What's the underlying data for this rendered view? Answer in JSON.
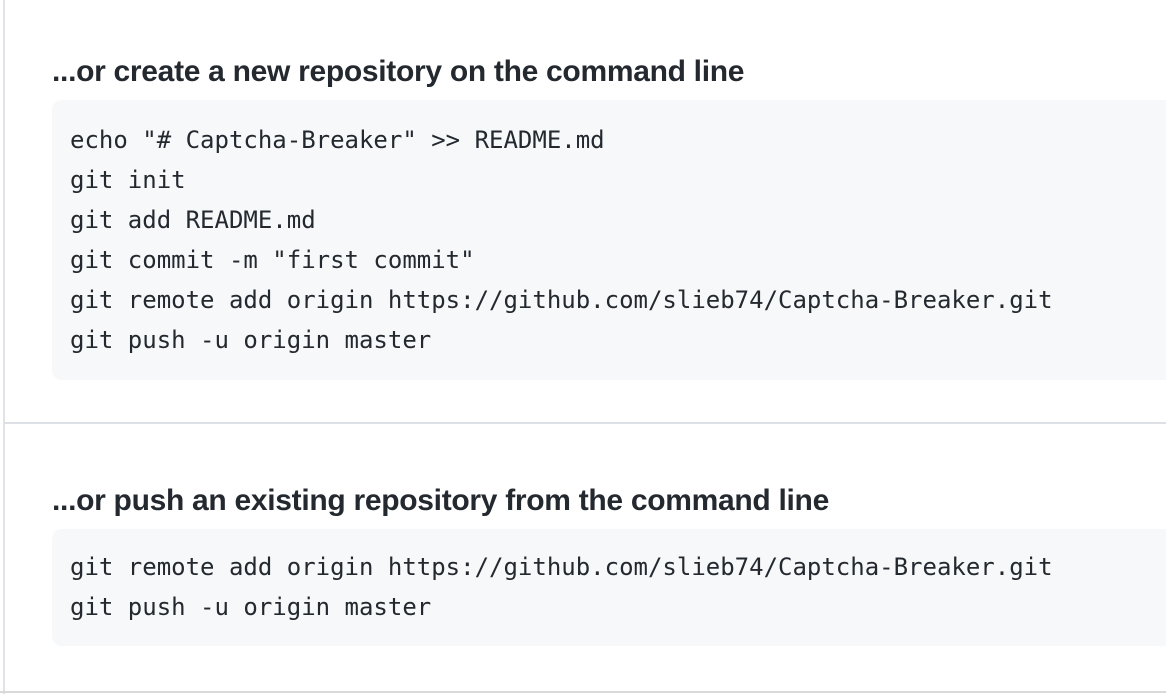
{
  "page": {
    "background_color": "#ffffff",
    "left_border_color": "#dfe2e6",
    "divider_color": "#dde0e4",
    "bottom_border_color": "#d9d9d9"
  },
  "colors": {
    "heading_text": "#24292f",
    "code_text": "#24292f",
    "code_background": "#f6f8fa"
  },
  "sections": [
    {
      "heading": "...or create a new repository on the command line",
      "code_lines": [
        "echo \"# Captcha-Breaker\" >> README.md",
        "git init",
        "git add README.md",
        "git commit -m \"first commit\"",
        "git remote add origin https://github.com/slieb74/Captcha-Breaker.git",
        "git push -u origin master"
      ]
    },
    {
      "heading": "...or push an existing repository from the command line",
      "code_lines": [
        "git remote add origin https://github.com/slieb74/Captcha-Breaker.git",
        "git push -u origin master"
      ]
    }
  ]
}
